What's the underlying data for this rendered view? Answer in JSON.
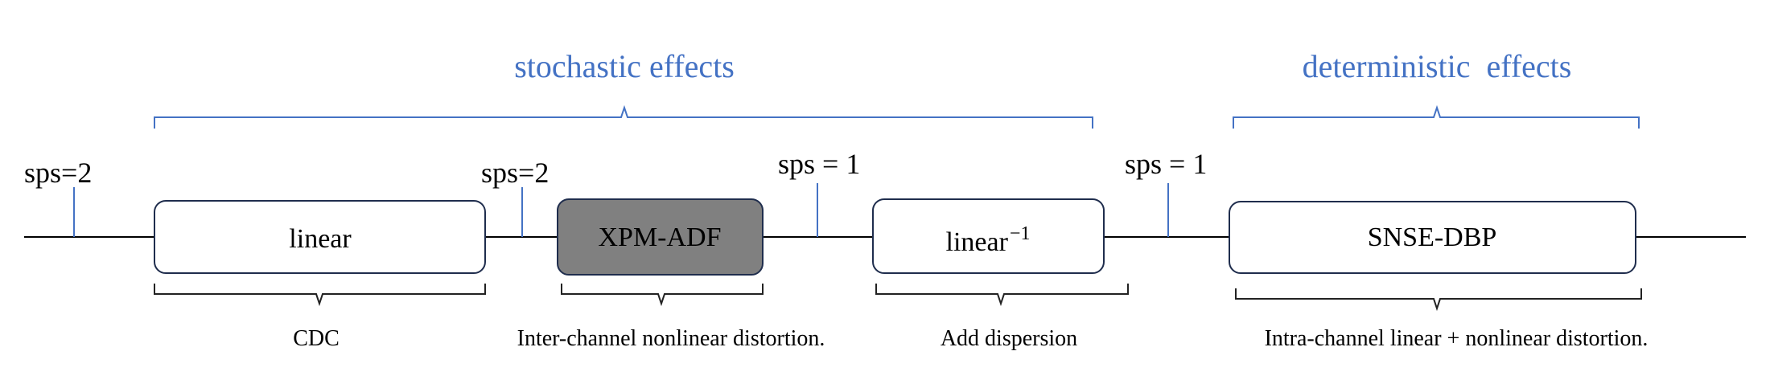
{
  "headers": {
    "stochastic": "stochastic effects",
    "deterministic": "deterministic  effects"
  },
  "sps": [
    "sps=2",
    "sps=2",
    "sps = 1",
    "sps = 1"
  ],
  "blocks": {
    "linear": "linear",
    "xpm": "XPM-ADF",
    "linear_inv": "linear",
    "linear_inv_sup": "−1",
    "snse": "SNSE-DBP"
  },
  "captions": {
    "cdc": "CDC",
    "inter": "Inter-channel nonlinear distortion.",
    "add": "Add dispersion",
    "intra": "Intra-channel linear + nonlinear distortion."
  },
  "colors": {
    "accent": "#4472c4",
    "xpm_fill": "#808080",
    "box_border": "#1f2d4d"
  }
}
